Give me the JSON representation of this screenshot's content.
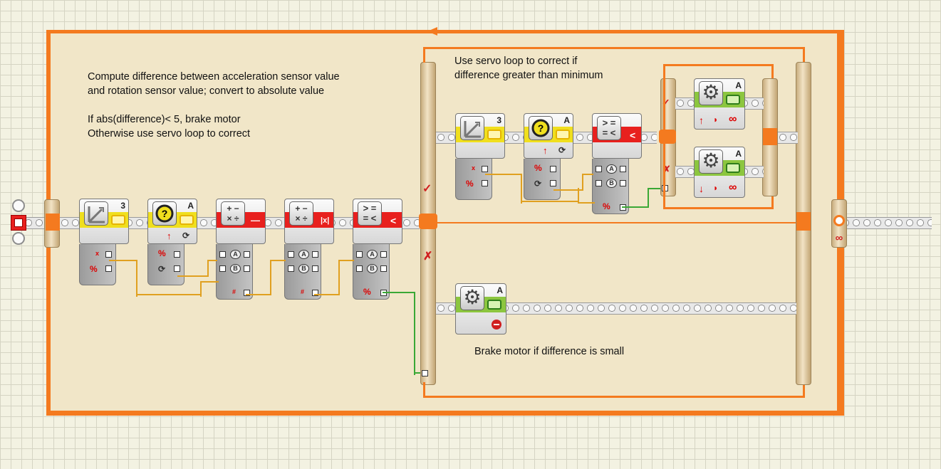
{
  "loop": {
    "end_icon": "infinity-icon",
    "start_icon": "loop-start-icon"
  },
  "notes": {
    "compute": "Compute difference between acceleration sensor value\nand rotation sensor value; convert to absolute value\n\nIf abs(difference)< 5, brake motor\nOtherwise use servo loop to correct",
    "servo": "Use servo loop to correct if\ndifference greater than minimum",
    "brake": "Brake motor if difference is small"
  },
  "blocks": {
    "accel_main": {
      "icon": "acceleration-sensor-icon",
      "port": "3"
    },
    "rotation_main": {
      "icon": "rotation-sensor-icon",
      "port": "A"
    },
    "math_main": {
      "icon": "math-icon",
      "op": "—"
    },
    "abs_main": {
      "icon": "math-icon",
      "op": "|x|"
    },
    "compare_main": {
      "icon": "compare-icon",
      "op": "<"
    },
    "accel_inner": {
      "icon": "acceleration-sensor-icon",
      "port": "3"
    },
    "rotation_inner": {
      "icon": "rotation-sensor-icon",
      "port": "A"
    },
    "compare_inner": {
      "icon": "compare-icon",
      "op": "<"
    },
    "motor_fwd": {
      "icon": "motor-icon",
      "port": "A",
      "direction": "↑",
      "duration": "∞"
    },
    "motor_rev": {
      "icon": "motor-icon",
      "port": "A",
      "direction": "↓",
      "duration": "∞"
    },
    "motor_brake": {
      "icon": "motor-icon",
      "port": "A",
      "action": "stop-icon"
    }
  },
  "plugs": {
    "a": "A",
    "b": "B",
    "hash": "#",
    "x": "x"
  },
  "switch": {
    "true_icon": "check-icon",
    "false_icon": "cross-icon"
  },
  "colors": {
    "loop": "#f47a1f",
    "sensor": "#f0df1e",
    "math": "#e8201e",
    "motor": "#8cc63f",
    "wire_number": "#e0a020",
    "wire_logic": "#3aa835"
  }
}
